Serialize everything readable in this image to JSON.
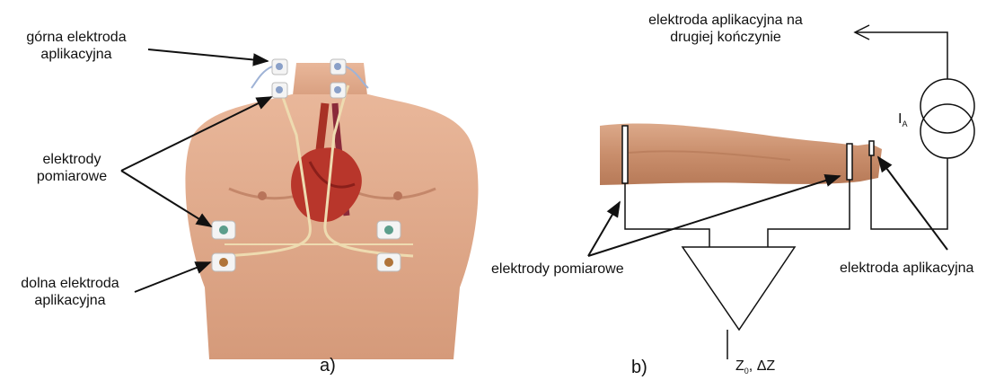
{
  "panel_a": {
    "caption": "a)",
    "upper_label_line1": "górna elektroda",
    "upper_label_line2": "aplikacyjna",
    "measuring_label_line1": "elektrody",
    "measuring_label_line2": "pomiarowe",
    "lower_label_line1": "dolna elektroda",
    "lower_label_line2": "aplikacyjna"
  },
  "panel_b": {
    "caption": "b)",
    "application_other_limb_line1": "elektroda aplikacyjna na",
    "application_other_limb_line2": "drugiej kończynie",
    "current_symbol": "I",
    "current_subscript": "A",
    "measuring_electrodes_label": "elektrody pomiarowe",
    "application_electrode_label": "elektroda aplikacyjna",
    "output_z": "Z",
    "output_sub": "0",
    "output_rest": ", ΔZ"
  }
}
